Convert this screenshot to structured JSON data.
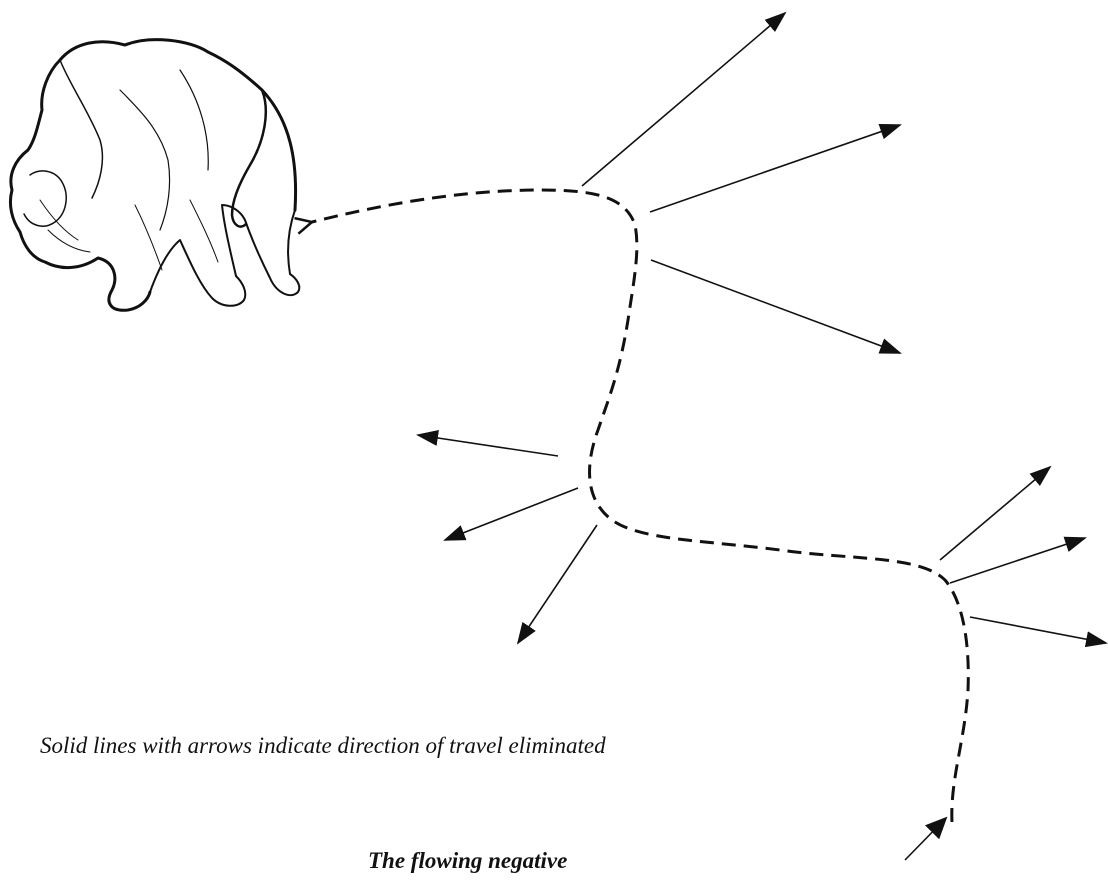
{
  "diagram": {
    "captions": {
      "legend": "Solid lines with arrows indicate direction of travel eliminated",
      "figure": "The flowing negative"
    },
    "illustration": "tracking-dog-sketch",
    "colors": {
      "ink": "#111111",
      "background": "#ffffff"
    }
  }
}
